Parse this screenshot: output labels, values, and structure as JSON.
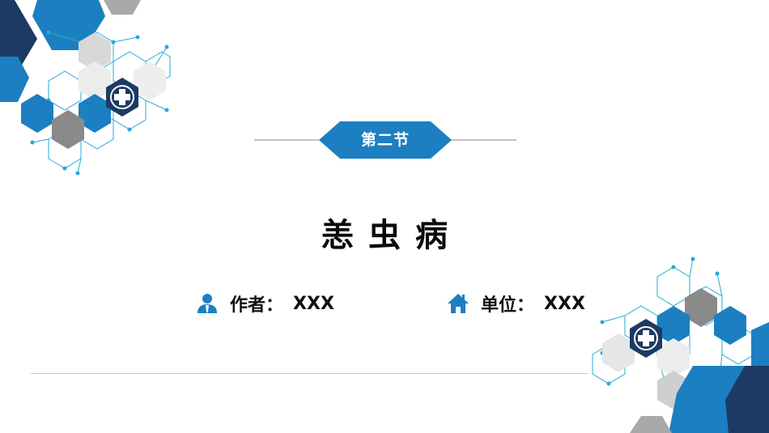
{
  "section": {
    "label": "第二节"
  },
  "title": "恙虫病",
  "author": {
    "icon": "person-icon",
    "label": "作者：",
    "value": "XXX"
  },
  "unit": {
    "icon": "home-icon",
    "label": "单位：",
    "value": "XXX"
  },
  "colors": {
    "primary_blue": "#1c7fc1",
    "dark_navy": "#1c3a63",
    "gray": "#8a8a8a",
    "light_gray": "#e8e8e8",
    "node_cyan": "#25a9d6"
  }
}
